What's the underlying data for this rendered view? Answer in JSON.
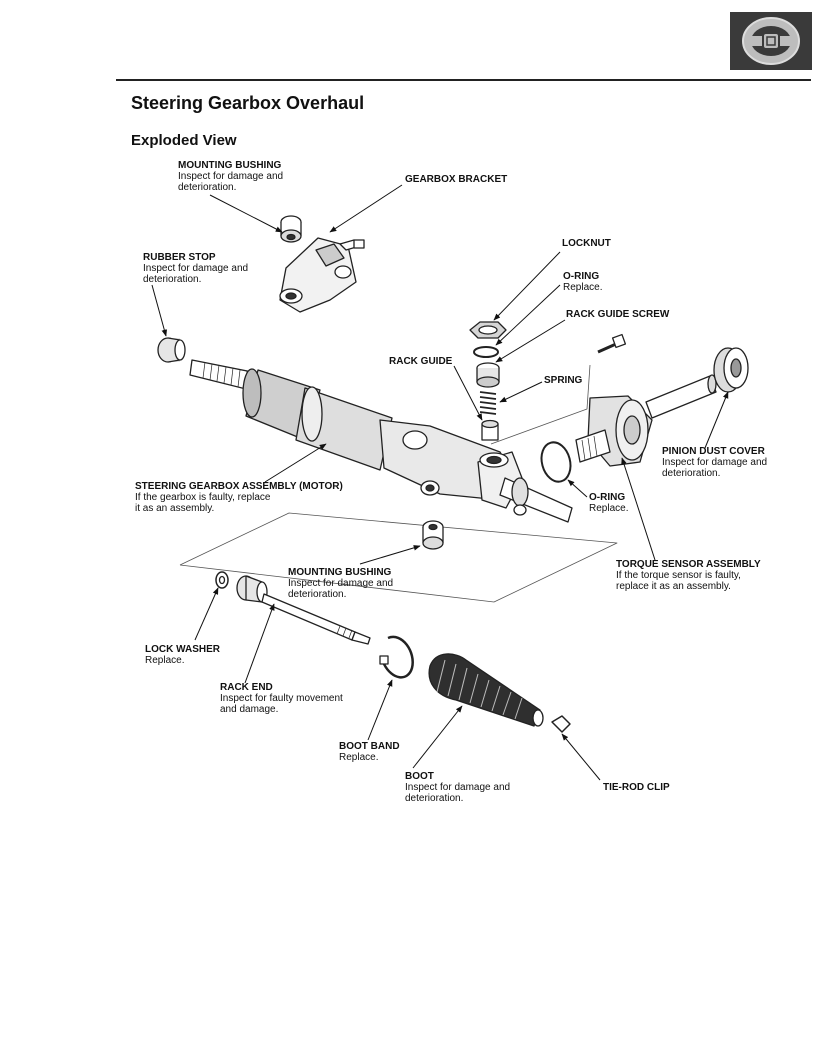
{
  "header": {
    "title": "Steering Gearbox Overhaul",
    "subtitle": "Exploded View",
    "section_icon": "steering-wheel-icon"
  },
  "labels": [
    {
      "id": "mounting-bushing-top",
      "name": "MOUNTING BUSHING",
      "desc": [
        "Inspect for damage and",
        "deterioration."
      ]
    },
    {
      "id": "gearbox-bracket",
      "name": "GEARBOX BRACKET",
      "desc": []
    },
    {
      "id": "rubber-stop",
      "name": "RUBBER STOP",
      "desc": [
        "Inspect for damage and",
        "deterioration."
      ]
    },
    {
      "id": "locknut",
      "name": "LOCKNUT",
      "desc": []
    },
    {
      "id": "o-ring-top",
      "name": "O-RING",
      "desc": [
        "Replace."
      ]
    },
    {
      "id": "rack-guide-screw",
      "name": "RACK GUIDE SCREW",
      "desc": []
    },
    {
      "id": "rack-guide",
      "name": "RACK GUIDE",
      "desc": []
    },
    {
      "id": "spring",
      "name": "SPRING",
      "desc": []
    },
    {
      "id": "pinion-dust-cover",
      "name": "PINION DUST COVER",
      "desc": [
        "Inspect for damage and",
        "deterioration."
      ]
    },
    {
      "id": "steering-gearbox-assembly",
      "name": "STEERING GEARBOX ASSEMBLY (MOTOR)",
      "desc": [
        "If the gearbox is faulty, replace",
        "it as an assembly."
      ]
    },
    {
      "id": "o-ring-right",
      "name": "O-RING",
      "desc": [
        "Replace."
      ]
    },
    {
      "id": "mounting-bushing-lower",
      "name": "MOUNTING BUSHING",
      "desc": [
        "Inspect for damage and",
        "deterioration."
      ]
    },
    {
      "id": "torque-sensor-assembly",
      "name": "TORQUE SENSOR ASSEMBLY",
      "desc": [
        "If the torque sensor is faulty,",
        "replace it as an assembly."
      ]
    },
    {
      "id": "lock-washer",
      "name": "LOCK WASHER",
      "desc": [
        "Replace."
      ]
    },
    {
      "id": "rack-end",
      "name": "RACK END",
      "desc": [
        "Inspect for faulty movement",
        "and damage."
      ]
    },
    {
      "id": "boot-band",
      "name": "BOOT BAND",
      "desc": [
        "Replace."
      ]
    },
    {
      "id": "boot",
      "name": "BOOT",
      "desc": [
        "Inspect for damage and",
        "deterioration."
      ]
    },
    {
      "id": "tie-rod-clip",
      "name": "TIE-ROD CLIP",
      "desc": []
    }
  ]
}
